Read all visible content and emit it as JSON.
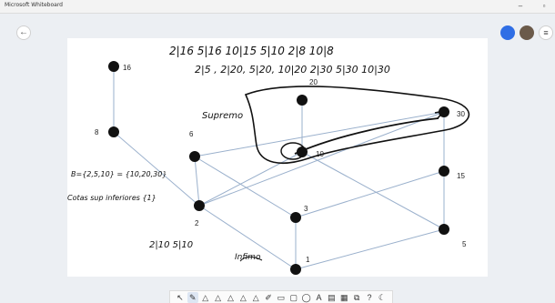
{
  "window": {
    "title": "Microsoft Whiteboard",
    "minimize": "–",
    "maximize": "▫"
  },
  "header": {
    "back": "←",
    "menu": "≡"
  },
  "graph": {
    "nodes": [
      "1",
      "2",
      "3",
      "5",
      "6",
      "8",
      "10",
      "15",
      "16",
      "20",
      "30"
    ]
  },
  "annotations": {
    "divides_line1": "2|16 5|16 10|15 5|10 2|8 10|8",
    "divides_line2": "2|5 , 2|20, 5|20, 10|20 2|30 5|30 10|30",
    "suprema": "Supremo",
    "subset": "B={2,5,10} = {10,20,30}",
    "cotas": "Cotas sup inferiores {1}",
    "note_bottom": "2|10 5|10",
    "infimo": "Infimo"
  },
  "toolbar": [
    "↖",
    "✎",
    "△",
    "△",
    "△",
    "△",
    "△",
    "✐",
    "▭",
    "▢",
    "◯",
    "A",
    "▤",
    "▦",
    "⧉",
    "?",
    "☾"
  ]
}
